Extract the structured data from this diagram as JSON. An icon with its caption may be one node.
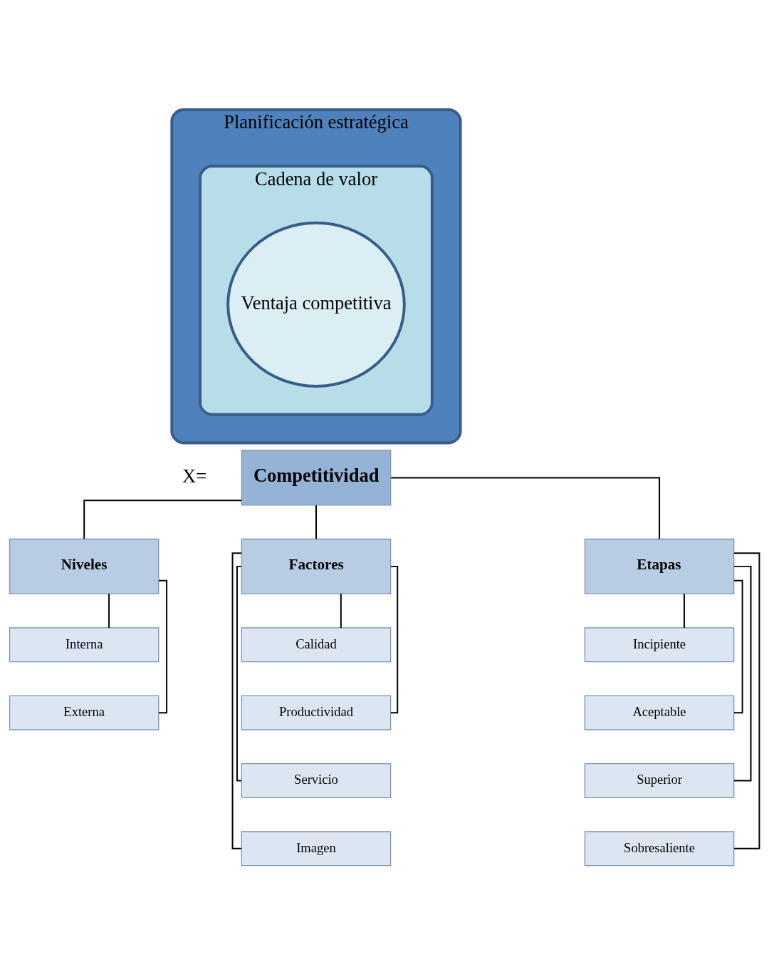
{
  "diagram": {
    "nodes": [
      {
        "text": [
          "Planificación estratégica"
        ]
      },
      {
        "text": [
          "Cadena de valor"
        ],
        "in": 0
      },
      {
        "text": [
          "Ventaja competitiva"
        ],
        "in": 1
      },
      {
        "text": [
          "Competitividad"
        ],
        "beside": [
          "X="
        ]
      },
      {
        "text": [
          "Niveles"
        ]
      },
      {
        "text": [
          "Factores"
        ]
      },
      {
        "text": [
          "Etapas"
        ]
      },
      {
        "text": [
          "Interna"
        ]
      },
      {
        "text": [
          "Externa"
        ]
      },
      {
        "text": [
          "Calidad"
        ]
      },
      {
        "text": [
          "Productividad"
        ]
      },
      {
        "text": [
          "Servicio"
        ]
      },
      {
        "text": [
          "Imagen"
        ]
      },
      {
        "text": [
          "Incipiente"
        ]
      },
      {
        "text": [
          "Aceptable"
        ]
      },
      {
        "text": [
          "Superior"
        ]
      },
      {
        "text": [
          "Sobresaliente"
        ]
      }
    ],
    "edges": [
      {
        "from": 3,
        "to": 4,
        "arrow": "none"
      },
      {
        "from": 3,
        "to": 5,
        "arrow": "none"
      },
      {
        "from": 3,
        "to": 6,
        "arrow": "none"
      },
      {
        "from": 4,
        "to": 7,
        "arrow": "none"
      },
      {
        "from": 4,
        "to": 8,
        "arrow": "none"
      },
      {
        "from": 5,
        "to": 9,
        "arrow": "none"
      },
      {
        "from": 5,
        "to": 10,
        "arrow": "none"
      },
      {
        "from": 5,
        "to": 11,
        "arrow": "none"
      },
      {
        "from": 5,
        "to": 12,
        "arrow": "none"
      },
      {
        "from": 6,
        "to": 13,
        "arrow": "none"
      },
      {
        "from": 6,
        "to": 14,
        "arrow": "none"
      },
      {
        "from": 6,
        "to": 15,
        "arrow": "none"
      },
      {
        "from": 6,
        "to": 16,
        "arrow": "none"
      }
    ]
  }
}
